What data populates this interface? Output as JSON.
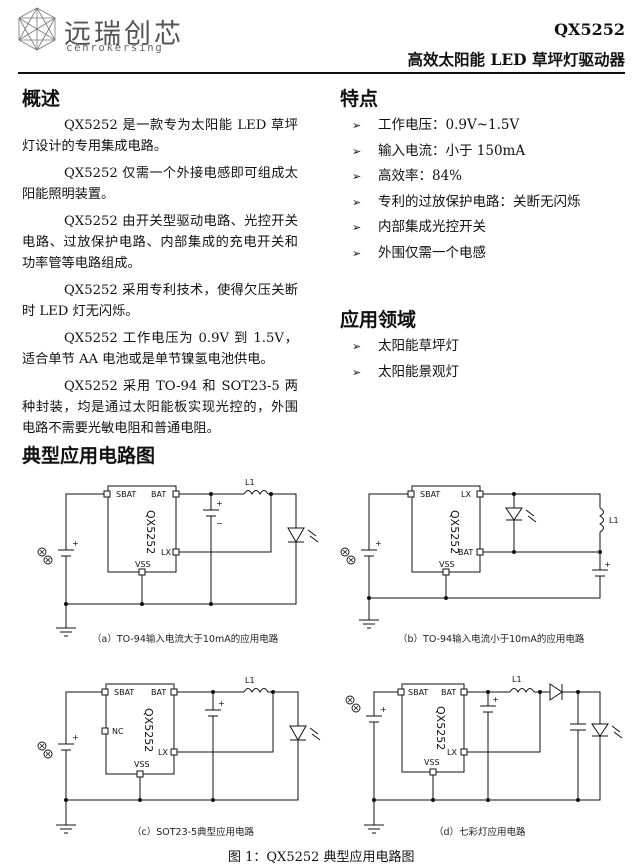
{
  "header": {
    "logo_text": "远瑞创芯",
    "logo_sub": "cenrokersing",
    "part_number": "QX5252",
    "subtitle": "高效太阳能 LED 草坪灯驱动器"
  },
  "overview": {
    "title": "概述",
    "paragraphs": [
      "QX5252 是一款专为太阳能 LED 草坪灯设计的专用集成电路。",
      "QX5252 仅需一个外接电感即可组成太阳能照明装置。",
      "QX5252 由开关型驱动电路、光控开关电路、过放保护电路、内部集成的充电开关和功率管等电路组成。",
      "QX5252 采用专利技术，使得欠压关断时 LED 灯无闪烁。",
      "QX5252 工作电压为 0.9V 到 1.5V，适合单节 AA 电池或是单节镍氢电池供电。",
      "QX5252 采用 TO-94 和 SOT23-5 两种封装，均是通过太阳能板实现光控的，外围电路不需要光敏电阻和普通电阻。"
    ]
  },
  "features": {
    "title": "特点",
    "arrow": "➢",
    "items": [
      "工作电压：0.9V~1.5V",
      "输入电流：小于 150mA",
      "高效率：84%",
      "专利的过放保护电路：关断无闪烁",
      "内部集成光控开关",
      "外围仅需一个电感"
    ]
  },
  "applications": {
    "title": "应用领域",
    "items": [
      "太阳能草坪灯",
      "太阳能景观灯"
    ]
  },
  "circuits": {
    "title": "典型应用电路图",
    "chip": "QX5252",
    "pins": {
      "sbat": "SBAT",
      "bat": "BAT",
      "lx": "LX",
      "vss": "VSS",
      "nc": "NC"
    },
    "inductor": "L1",
    "plus": "+",
    "minus": "−",
    "captions": [
      "（a）TO-94输入电流大于10mA的应用电路",
      "（b）TO-94输入电流小于10mA的应用电路",
      "（c）SOT23-5典型应用电路",
      "（d）七彩灯应用电路"
    ],
    "figure_caption": "图 1：QX5252 典型应用电路图"
  }
}
